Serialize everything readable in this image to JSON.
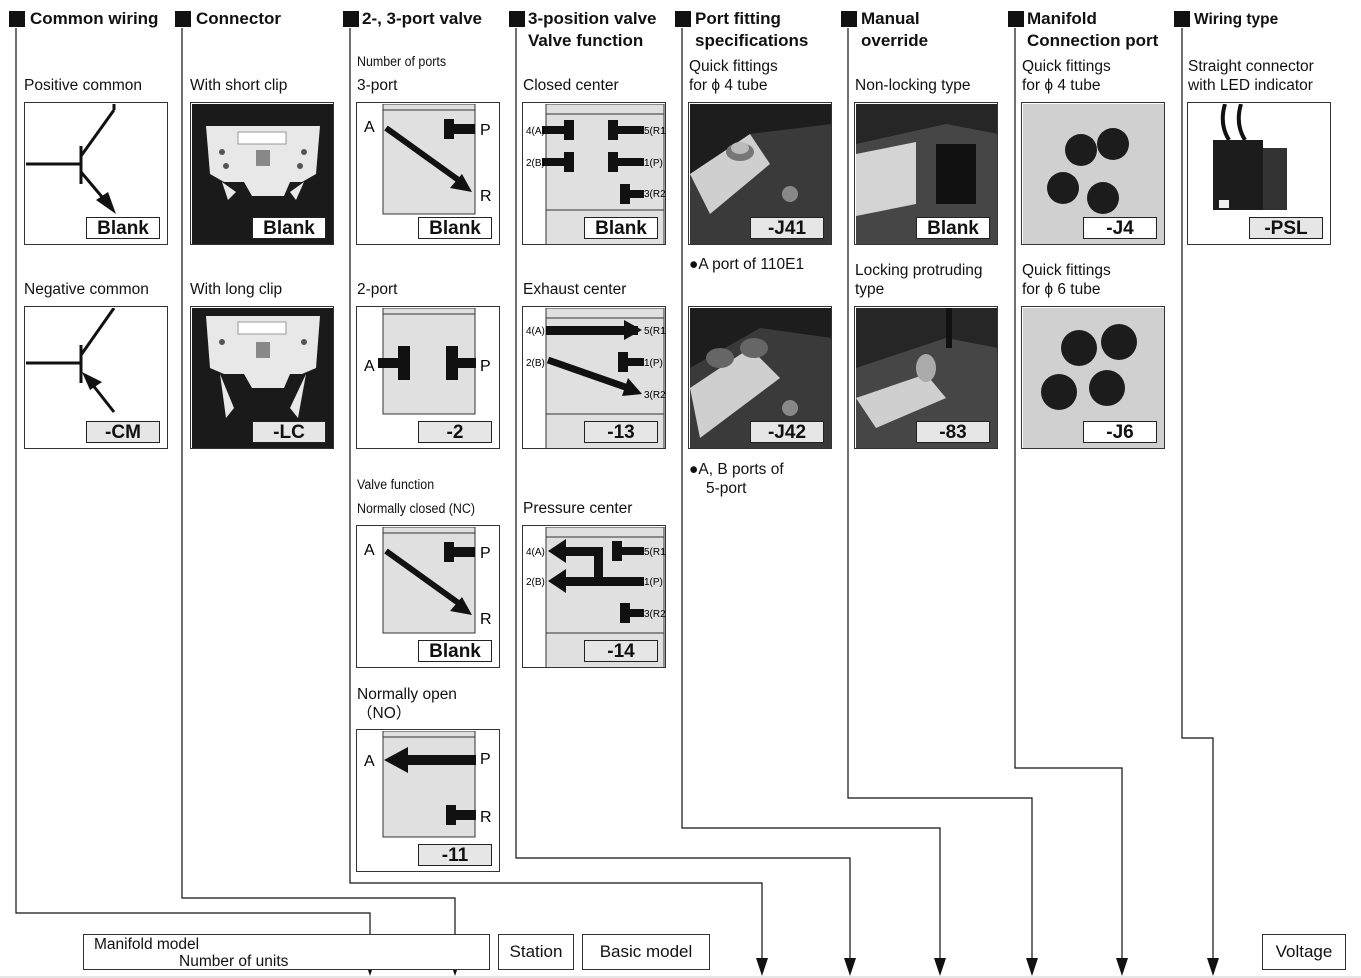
{
  "headers": {
    "common_wiring": "Common wiring",
    "connector": "Connector",
    "port_valve": "2-, 3-port valve",
    "pos3_line1": "3-position valve",
    "pos3_line2": "Valve function",
    "port_fitting_line1": "Port fitting",
    "port_fitting_line2": "specifications",
    "manual_line1": "Manual",
    "manual_line2": "override",
    "manifold_line1": "Manifold",
    "manifold_line2": "Connection port",
    "wiring_type": "Wiring type"
  },
  "common_wiring": {
    "positive_label": "Positive common",
    "positive_code": "Blank",
    "negative_label": "Negative common",
    "negative_code": "-CM"
  },
  "connector": {
    "short_label": "With short clip",
    "short_code": "Blank",
    "long_label": "With long clip",
    "long_code": "-LC"
  },
  "port_valve": {
    "num_ports_label": "Number of ports",
    "port3_label": "3-port",
    "port3_code": "Blank",
    "port2_label": "2-port",
    "port2_code": "-2",
    "valve_function_label": "Valve function",
    "nc_label": "Normally closed (NC)",
    "nc_code": "Blank",
    "no_label_line1": "Normally open",
    "no_label_line2": "（NO）",
    "no_code": "-11",
    "port_a": "A",
    "port_p": "P",
    "port_r": "R"
  },
  "pos3": {
    "closed_label": "Closed center",
    "closed_code": "Blank",
    "exhaust_label": "Exhaust center",
    "exhaust_code": "-13",
    "pressure_label": "Pressure center",
    "pressure_code": "-14",
    "port_4a": "4(A)",
    "port_2b": "2(B)",
    "port_5r1": "5(R1)",
    "port_1p": "1(P)",
    "port_3r2": "3(R2)"
  },
  "port_fitting": {
    "quick4_line1": "Quick fittings",
    "quick4_line2": "for ϕ 4 tube",
    "code1": "-J41",
    "note1": "●A port of 110E1",
    "code2": "-J42",
    "note2_line1": "●A, B ports of",
    "note2_line2": "5-port"
  },
  "manual": {
    "nonlocking_label": "Non-locking type",
    "nonlocking_code": "Blank",
    "locking_line1": "Locking protruding",
    "locking_line2": "type",
    "locking_code": "-83"
  },
  "manifold": {
    "quick4_line1": "Quick fittings",
    "quick4_line2": "for ϕ 4 tube",
    "quick4_code": "-J4",
    "quick6_line1": "Quick fittings",
    "quick6_line2": "for ϕ 6 tube",
    "quick6_code": "-J6"
  },
  "wiring_type": {
    "label_line1": "Straight connector",
    "label_line2": "with LED indicator",
    "code": "-PSL"
  },
  "bottom": {
    "manifold_model": "Manifold model",
    "number_of_units": "Number of units",
    "station": "Station",
    "basic_model": "Basic model",
    "voltage": "Voltage"
  }
}
